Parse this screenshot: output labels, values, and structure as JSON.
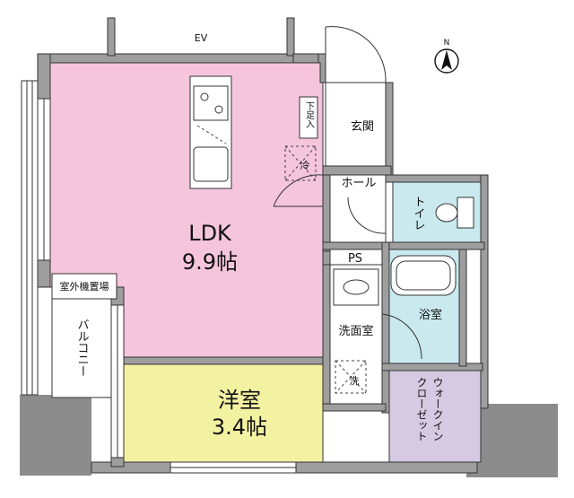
{
  "rooms": {
    "ldk": {
      "name": "LDK",
      "size": "9.9帖",
      "color": "#f5c5dc"
    },
    "western": {
      "name": "洋室",
      "size": "3.4帖",
      "color": "#f3f2a3"
    },
    "wic": {
      "name": "ウォークイン\nクローゼット",
      "color": "#d6c9e2"
    },
    "toilet": {
      "name": "トイレ",
      "color": "#c9e9ef"
    },
    "bath": {
      "name": "浴室",
      "color": "#c9e9ef"
    },
    "washroom": {
      "name": "洗面室",
      "color": "#ffffff"
    },
    "hall": {
      "name": "ホール"
    },
    "entrance": {
      "name": "玄関"
    },
    "shoe": {
      "name": "下足入"
    },
    "ps": {
      "name": "PS"
    },
    "ac_space": {
      "name": "室外機置場"
    },
    "balcony": {
      "name": "バルコニー"
    },
    "ev": {
      "name": "EV"
    }
  },
  "fixtures": {
    "fridge": "冷",
    "washer": "洗"
  },
  "north_label": "N",
  "icons": [
    "north-arrow-icon",
    "stove-icon",
    "sink-icon",
    "toilet-icon",
    "bathtub-icon",
    "wash-basin-icon"
  ]
}
